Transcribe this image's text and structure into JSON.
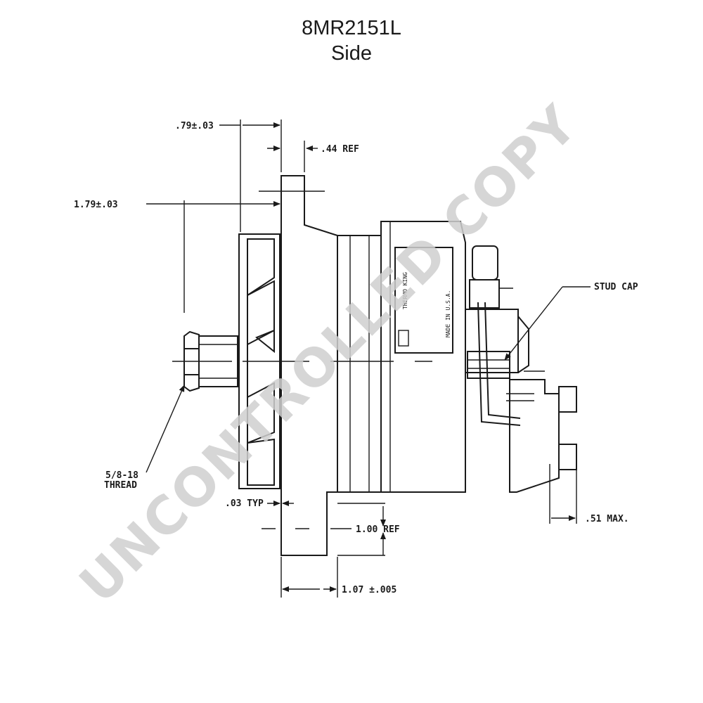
{
  "title": {
    "part_number": "8MR2151L",
    "view": "Side"
  },
  "dimensions": {
    "d1": ".79±.03",
    "d2": ".44 REF",
    "d3": "1.79±.03",
    "d4": "STUD CAP",
    "d5": "5/8-18",
    "d6": "THREAD",
    "d7": ".03 TYP",
    "d8": "1.00 REF",
    "d9": ".51 MAX.",
    "d10": "1.07 ±.005"
  },
  "nameplate": {
    "brand": "THERMO KING",
    "made_in": "MADE IN U.S.A."
  },
  "watermark": "UNCONTROLLED COPY"
}
